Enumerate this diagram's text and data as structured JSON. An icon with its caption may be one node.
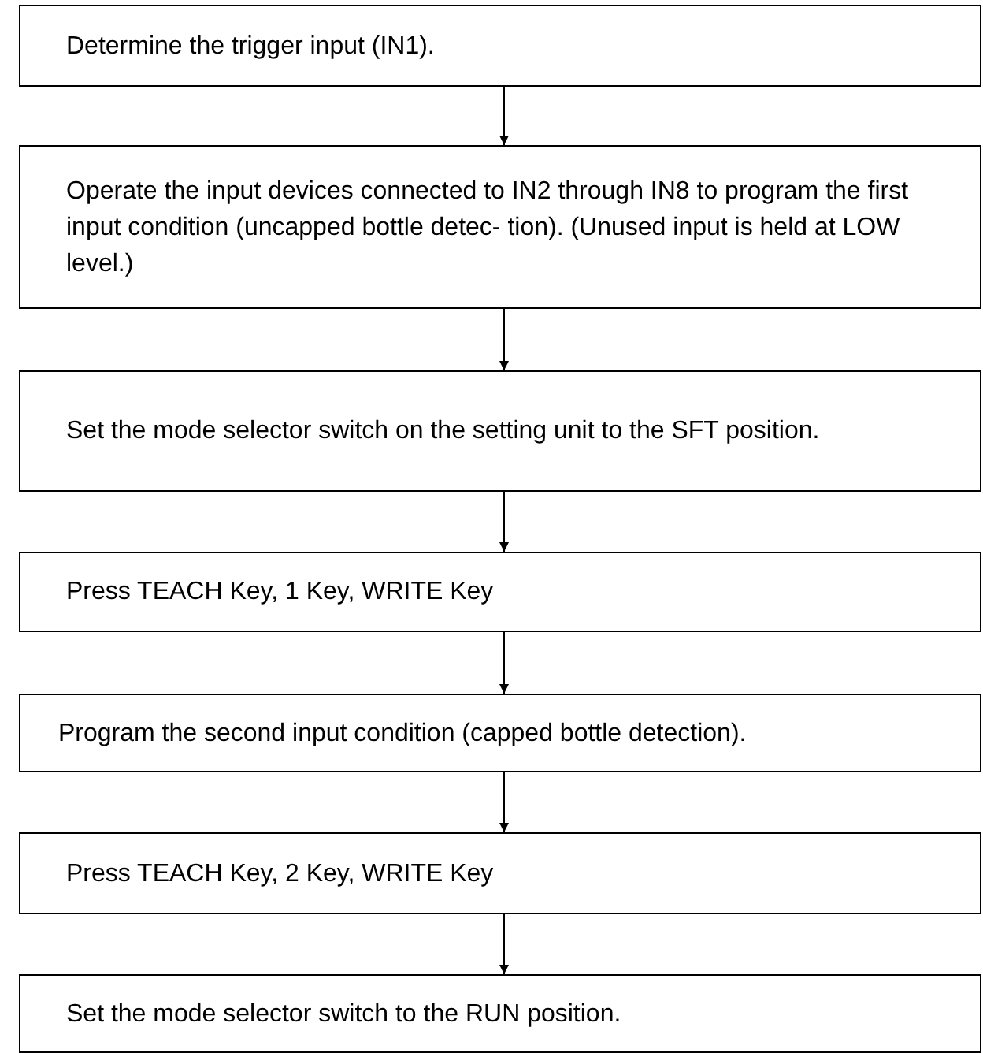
{
  "diagram": {
    "nodes": [
      {
        "text": [
          "Determine the trigger input (IN1)."
        ]
      },
      {
        "text": [
          "Operate the input devices connected to IN2 through IN8 to program the first input condition (uncapped bottle detec- tion). (Unused input is held at LOW level.)"
        ]
      },
      {
        "text": [
          "Set the mode selector switch on the setting unit to the SFT position."
        ]
      },
      {
        "text": [
          "Press TEACH Key, 1 Key, WRITE Key"
        ]
      },
      {
        "text": [
          "Program the second input condition (capped bottle detection)."
        ]
      },
      {
        "text": [
          "Press TEACH Key, 2 Key, WRITE Key"
        ]
      },
      {
        "text": [
          "Set the mode selector switch to the RUN position."
        ]
      }
    ],
    "edges": [
      {
        "from": 0,
        "to": 1,
        "arrow": "to"
      },
      {
        "from": 1,
        "to": 2,
        "arrow": "to"
      },
      {
        "from": 2,
        "to": 3,
        "arrow": "to"
      },
      {
        "from": 3,
        "to": 4,
        "arrow": "to"
      },
      {
        "from": 4,
        "to": 5,
        "arrow": "to"
      },
      {
        "from": 5,
        "to": 6,
        "arrow": "to"
      }
    ]
  }
}
